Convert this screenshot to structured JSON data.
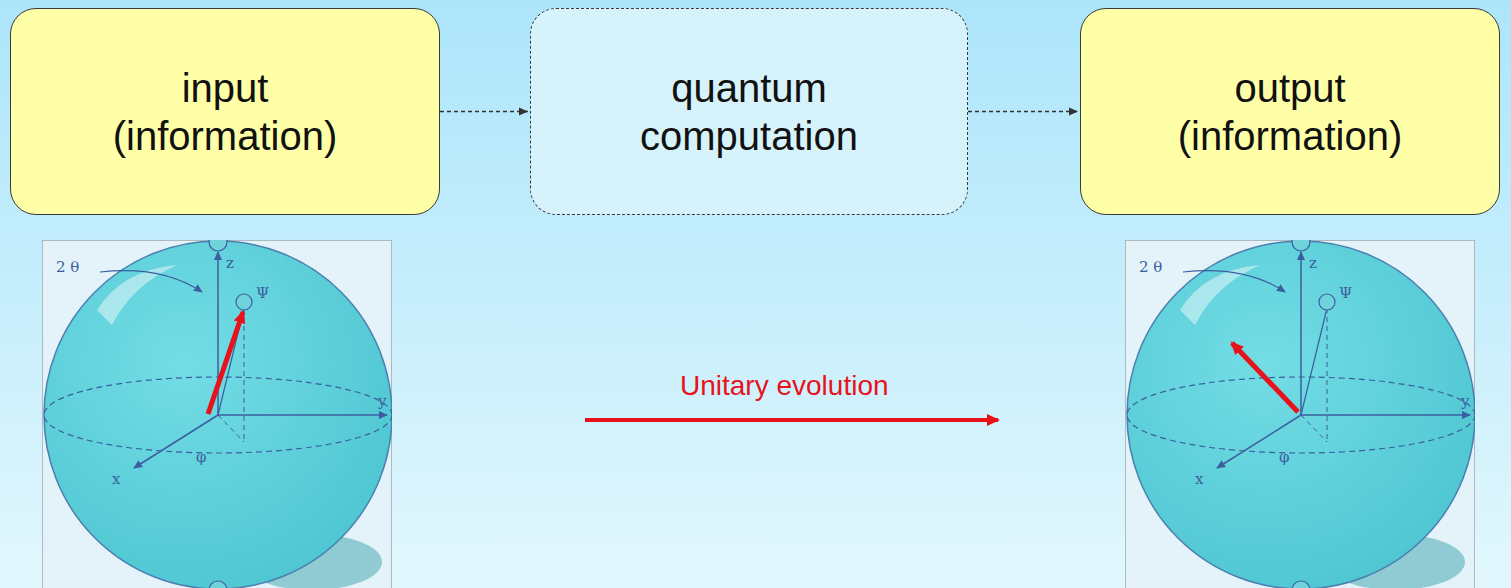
{
  "diagram": {
    "nodes": [
      {
        "text": [
          "input (information)"
        ]
      },
      {
        "text": [
          "quantum computation"
        ]
      },
      {
        "text": [
          "output (information)"
        ]
      }
    ],
    "edges": [
      {
        "from": 0,
        "to": 1,
        "arrow": "to"
      },
      {
        "from": 1,
        "to": 2,
        "arrow": "to"
      }
    ],
    "labels": [
      "Unitary evolution",
      "2 θ",
      "z",
      "Ψ",
      "y",
      "x",
      "φ",
      "2 θ",
      "z",
      "Ψ",
      "y",
      "x",
      "φ"
    ]
  }
}
